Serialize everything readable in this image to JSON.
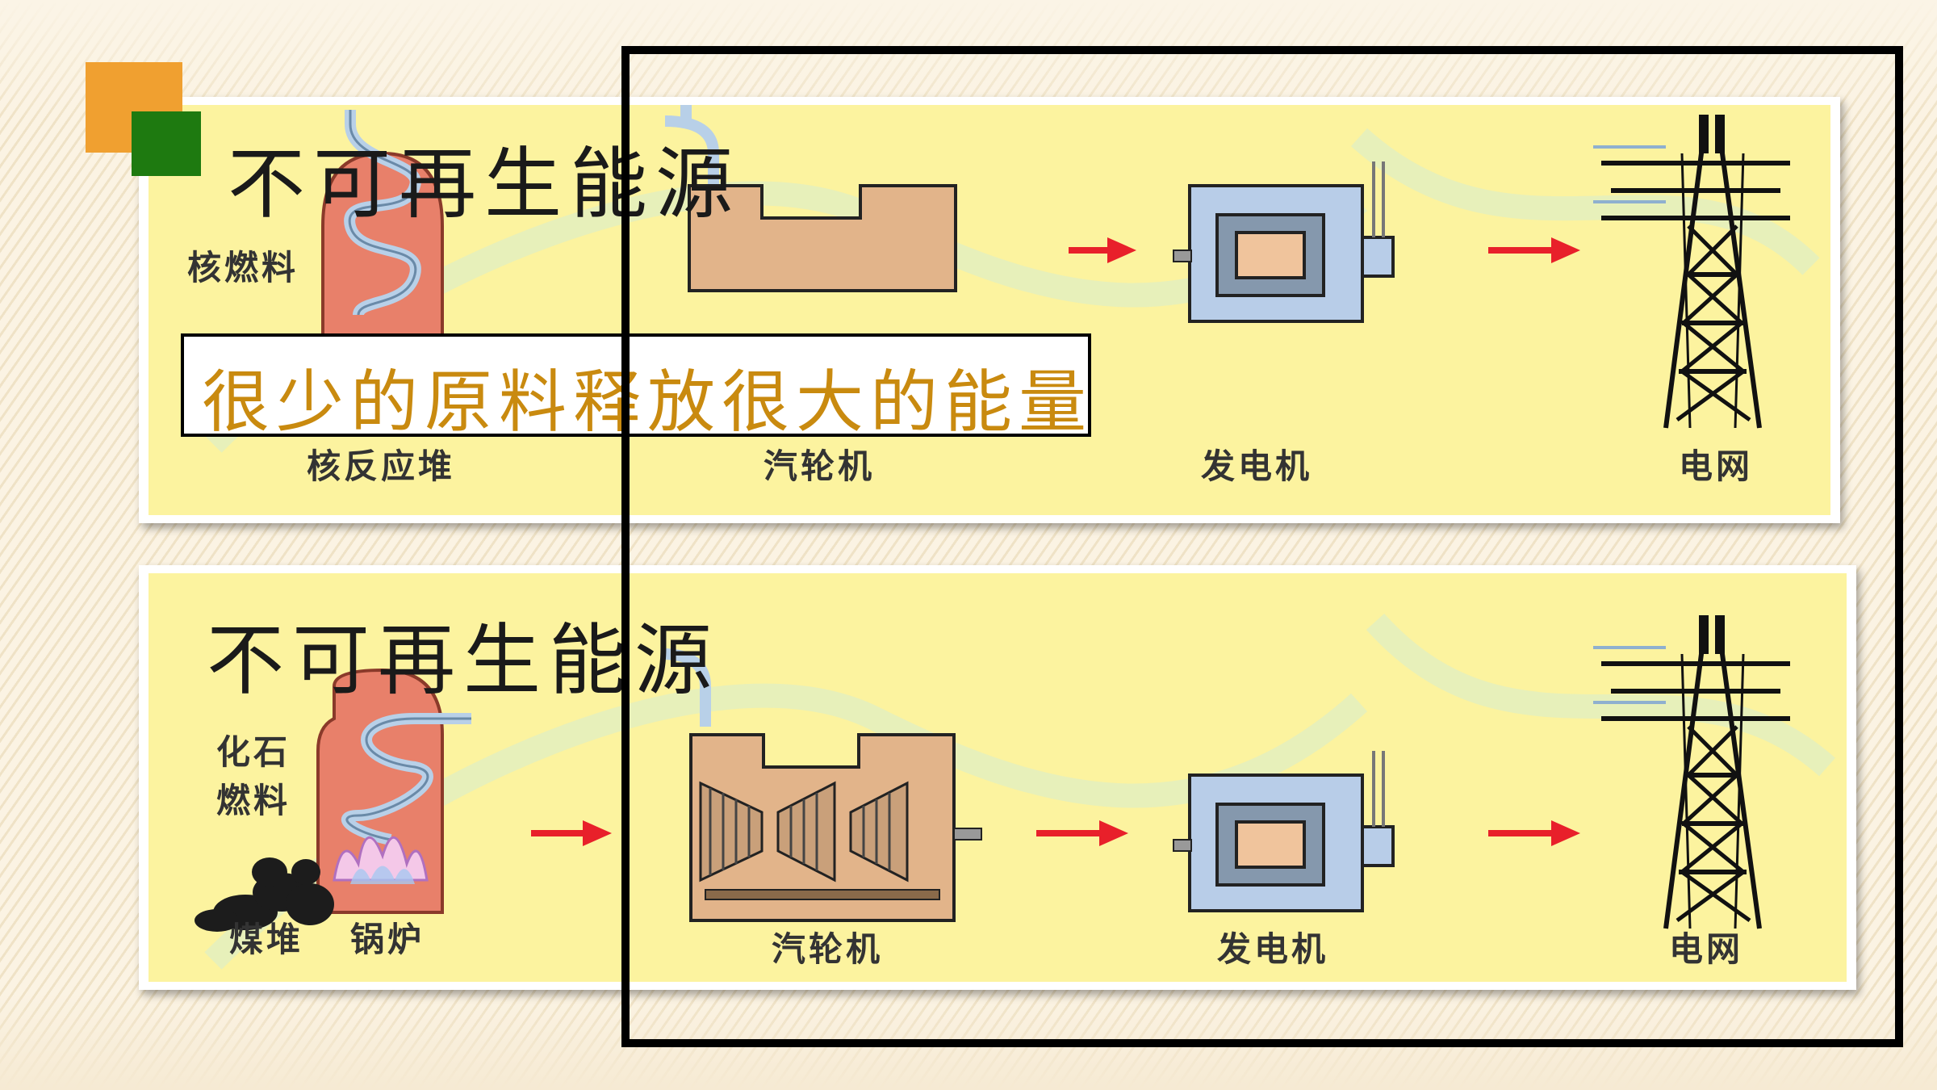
{
  "panel_top": {
    "title": "不可再生能源",
    "fuel_label": "核燃料",
    "reactor_label": "核反应堆",
    "turbine_label": "汽轮机",
    "generator_label": "发电机",
    "grid_label": "电网"
  },
  "panel_bottom": {
    "title": "不可再生能源",
    "fuel_label_line1": "化石",
    "fuel_label_line2": "燃料",
    "coal_label": "煤堆",
    "boiler_label": "锅炉",
    "turbine_label": "汽轮机",
    "generator_label": "发电机",
    "grid_label": "电网"
  },
  "callout": {
    "text": "很少的原料释放很大的能量"
  },
  "colors": {
    "panel_fill": "#fcf39f",
    "callout_text": "#c98a0f",
    "arrow": "#e8202a",
    "accent_orange": "#f0a030",
    "accent_green": "#1e7a10",
    "machine_blue": "#b8cde8",
    "boiler_red": "#e8806a"
  }
}
